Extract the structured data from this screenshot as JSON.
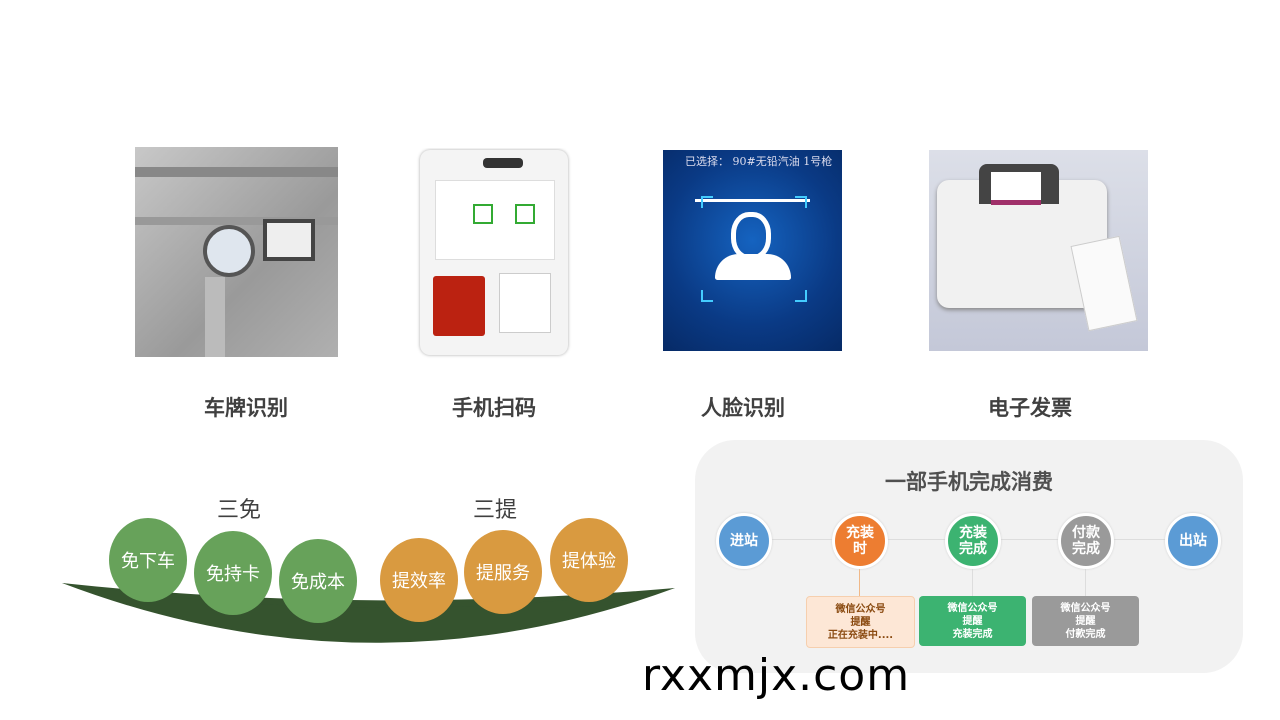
{
  "features": [
    {
      "label": "车牌识别",
      "icon": "camera-icon"
    },
    {
      "label": "手机扫码",
      "icon": "kiosk-icon"
    },
    {
      "label": "人脸识别",
      "icon": "face-icon",
      "screen_text": "已选择： 90#无铅汽油  1号枪"
    },
    {
      "label": "电子发票",
      "icon": "printer-icon"
    }
  ],
  "san_mian": {
    "title": "三免",
    "items": [
      "免下车",
      "免持卡",
      "免成本"
    ]
  },
  "san_ti": {
    "title": "三提",
    "items": [
      "提效率",
      "提服务",
      "提体验"
    ]
  },
  "flow": {
    "title": "一部手机完成消费",
    "steps": [
      "进站",
      "充装时",
      "充装完成",
      "付款完成",
      "出站"
    ],
    "notes": [
      {
        "lines": [
          "微信公众号",
          "提醒",
          "正在充装中...."
        ]
      },
      {
        "lines": [
          "微信公众号",
          "提醒",
          "充装完成"
        ]
      },
      {
        "lines": [
          "微信公众号",
          "提醒",
          "付款完成"
        ]
      }
    ]
  },
  "watermark": "rxxmjx.com",
  "colors": {
    "green": "#67a25a",
    "orange": "#d99a40",
    "dark_green": "#35532e",
    "blue": "#5b9bd5",
    "step_orange": "#ed7d31",
    "step_green": "#3cb371",
    "gray": "#9a9a9a"
  }
}
